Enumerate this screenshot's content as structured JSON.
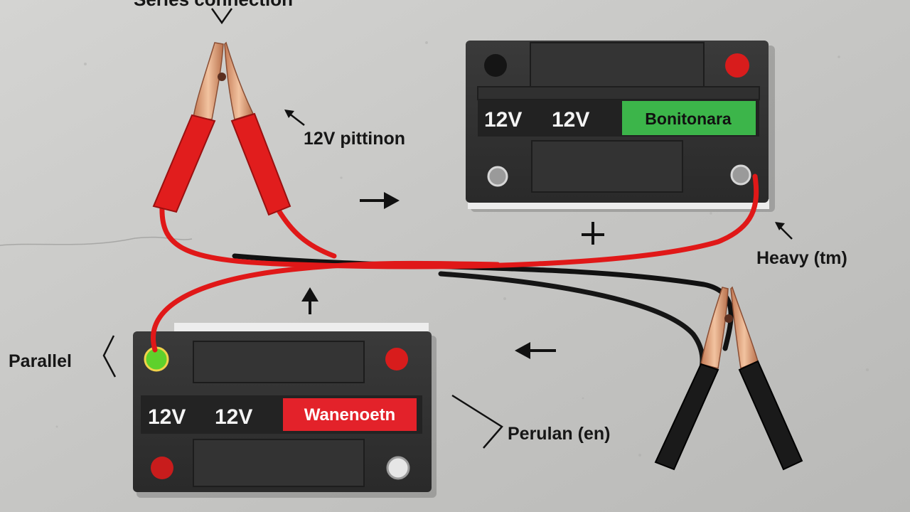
{
  "title": "Series connection",
  "annotations": {
    "clamp_note": "12V pittinon",
    "heavy": "Heavy (tm)",
    "parallel": "Parallel",
    "perulan": "Perulan (en)"
  },
  "battery_top": {
    "voltage_left": "12V",
    "voltage_right": "12V",
    "brand_label": "Bonitonara",
    "label_color": "#3cb54a"
  },
  "battery_bottom": {
    "voltage_left": "12V",
    "voltage_right": "12V",
    "brand_label": "Wanenoetn",
    "label_color": "#e3222a"
  },
  "colors": {
    "wire_positive": "#e01818",
    "wire_negative": "#111111",
    "terminal_positive": "#d81c1c",
    "terminal_indicator": "#5fd12c",
    "clamp_copper": "#e0a27f"
  },
  "icons": [
    "arrow-right-icon",
    "arrow-left-icon",
    "arrow-up-icon",
    "plus-icon",
    "alligator-clip-icon"
  ]
}
